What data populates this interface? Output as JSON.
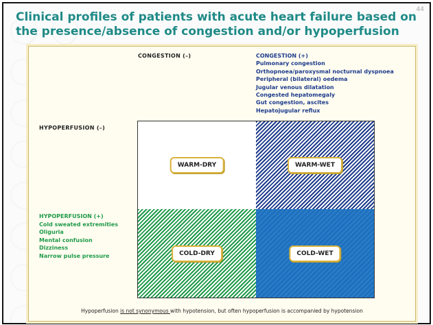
{
  "page_number": "44",
  "title": "Clinical profiles of patients with acute heart failure based on the presence/absence of congestion and/or hypoperfusion",
  "congestion_minus": "CONGESTION (–)",
  "congestion_plus": {
    "heading": "CONGESTION (+)",
    "items": [
      "Pulmonary congestion",
      "Orthopnoea/paroxysmal nocturnal dyspnoea",
      "Peripheral (bilateral) oedema",
      "Jugular venous dilatation",
      "Congested hepatomegaly",
      "Gut congestion, ascites",
      "Hepatojugular reflux"
    ]
  },
  "hypoperfusion_minus": "HYPOPERFUSION (–)",
  "hypoperfusion_plus": {
    "heading": "HYPOPERFUSION (+)",
    "items": [
      "Cold sweated extremities",
      "Oliguria",
      "Mental confusion",
      "Dizziness",
      "Narrow pulse pressure"
    ]
  },
  "quadrants": {
    "warm_dry": "WARM-DRY",
    "warm_wet": "WARM-WET",
    "cold_dry": "COLD-DRY",
    "cold_wet": "COLD-WET"
  },
  "footnote": {
    "part1": "Hypoperfusion ",
    "underlined": "is not synonymous ",
    "part2": "with hypotension, but often hypoperfusion is accompanied by hypotension"
  },
  "colors": {
    "title": "#1f8a87",
    "congestion": "#1e3c8c",
    "hypoperfusion": "#1f9a4a",
    "cold_wet": "#1f6fbd",
    "tag_border": "#d9b23a"
  }
}
